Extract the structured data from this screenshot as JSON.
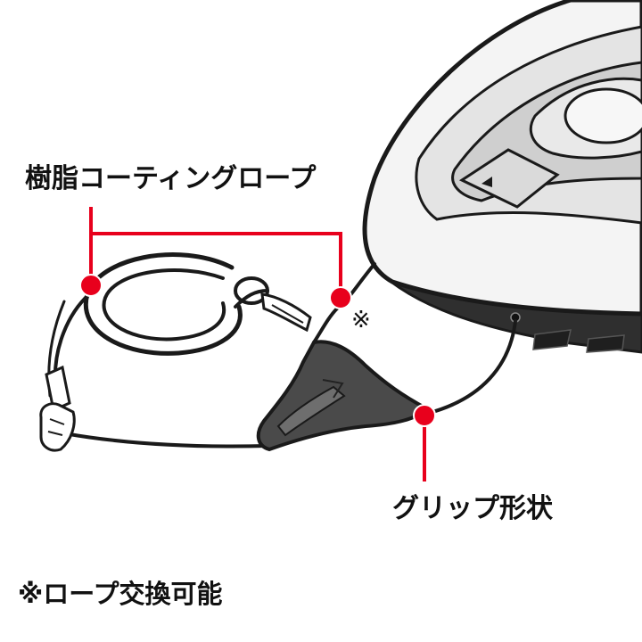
{
  "labels": {
    "rope": "樹脂コーティングロープ",
    "grip": "グリップ形状",
    "note": "※ロープ交換可能",
    "note_mark": "※"
  },
  "colors": {
    "callout": "#e8001c",
    "text": "#111111",
    "outline": "#1a1a1a",
    "grip_fill": "#4a4a4a",
    "body_fill": "#f4f4f4"
  }
}
